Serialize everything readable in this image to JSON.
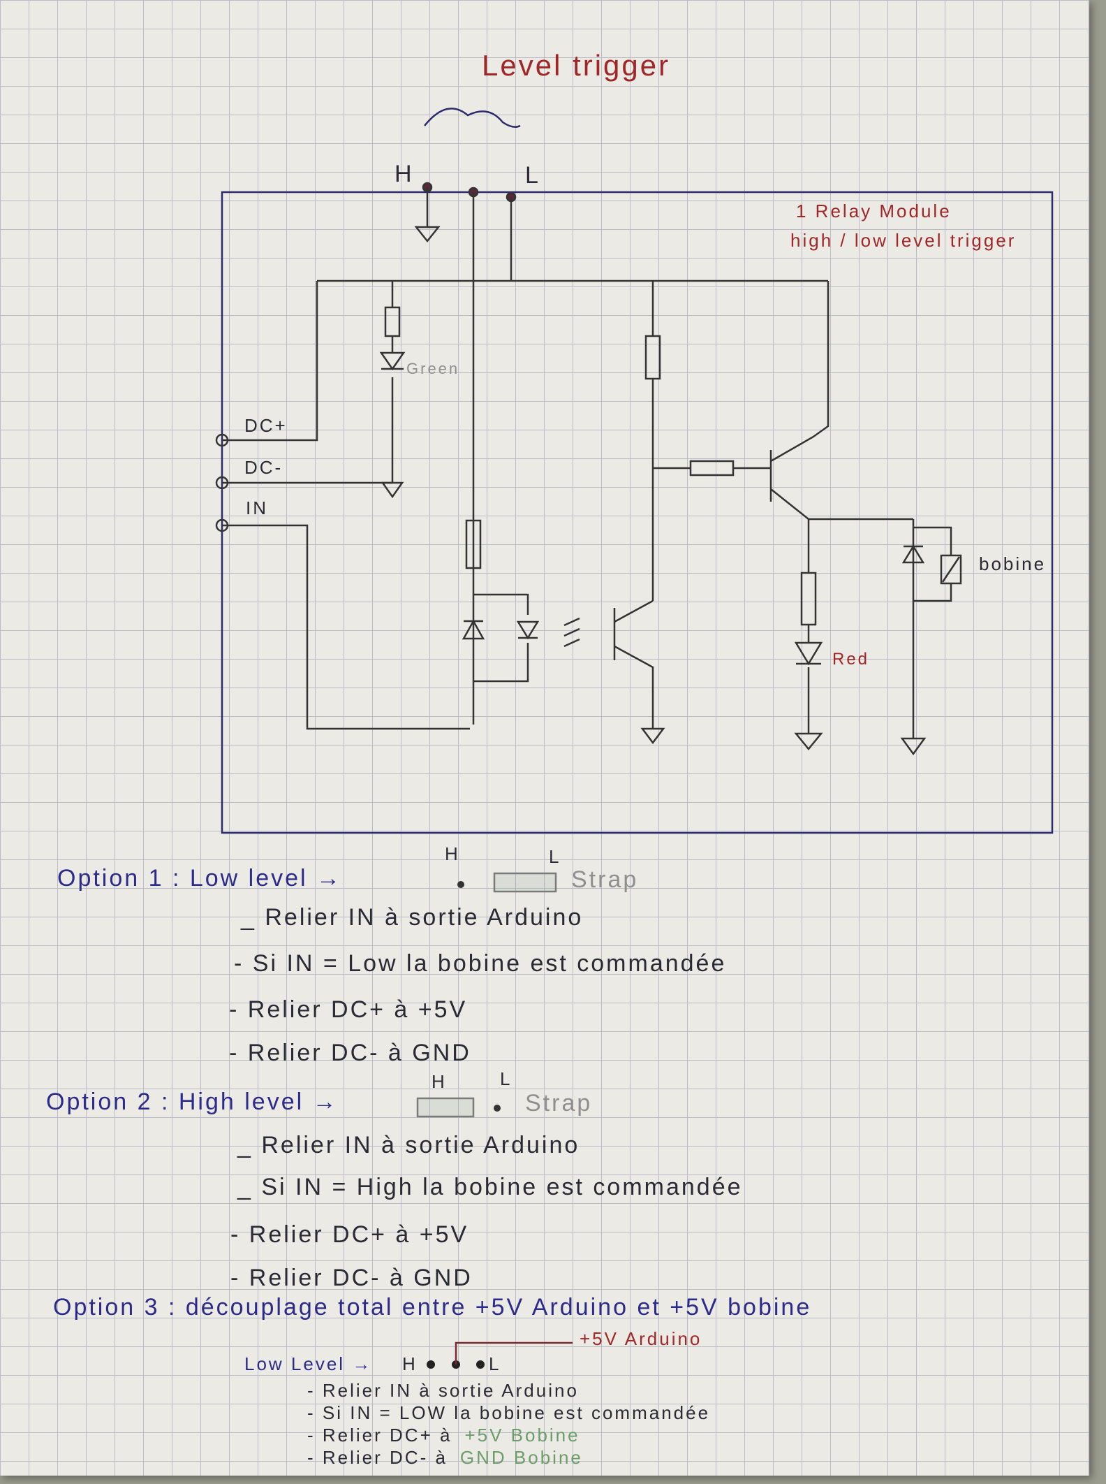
{
  "title": "Level trigger",
  "diagram": {
    "module_label_1": "1 Relay Module",
    "module_label_2": "high / low level trigger",
    "jumper_h": "H",
    "jumper_l": "L",
    "pin_dc_plus": "DC+",
    "pin_dc_minus": "DC-",
    "pin_in": "IN",
    "led_green": "Green",
    "led_red": "Red",
    "coil": "bobine"
  },
  "notes": {
    "option1": {
      "title": "Option 1 : Low level →",
      "h": "H",
      "l": "L",
      "strap": "Strap",
      "lines": [
        "_ Relier IN à sortie Arduino",
        "- Si IN = Low   la bobine est commandée",
        "- Relier DC+ à +5V",
        "- Relier DC- à GND"
      ]
    },
    "option2": {
      "title": "Option 2 : High level →",
      "h": "H",
      "l": "L",
      "strap": "Strap",
      "lines": [
        "_ Relier IN à sortie Arduino",
        "_ Si IN = High  la bobine est commandée",
        "- Relier DC+ à +5V",
        "- Relier DC- à GND"
      ]
    },
    "option3": {
      "title": "Option 3 : découplage total entre +5V Arduino et +5V bobine",
      "arduino_label": "+5V Arduino",
      "low_level": "Low Level →",
      "h": "H",
      "l": "L",
      "lines": [
        "- Relier IN à sortie Arduino",
        "- Si IN = LOW  la bobine est commandée",
        "- Relier DC+ à",
        "- Relier DC- à"
      ],
      "coil_5v": "+5V Bobine",
      "coil_gnd": "GND Bobine"
    }
  }
}
